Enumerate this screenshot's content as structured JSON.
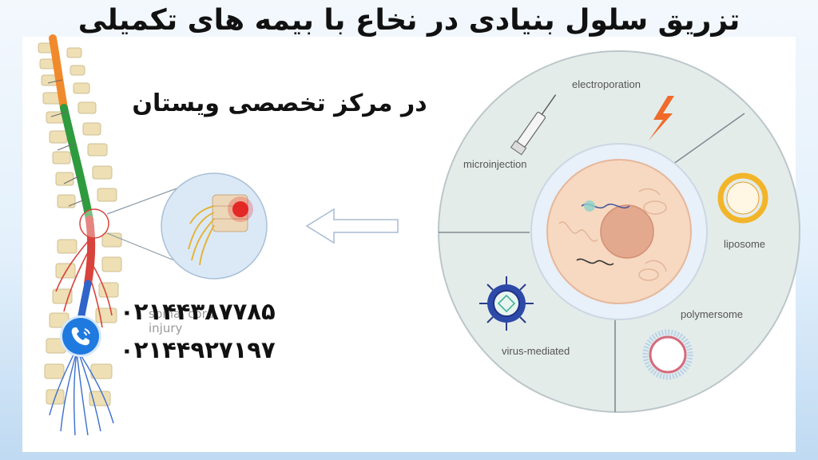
{
  "header": {
    "title": "تزریق سلول بنیادی در نخاع با بیمه های تکمیلی",
    "subtitle": "در مرکز تخصصی ویستان"
  },
  "contact": {
    "phone_1": "۰۲۱۴۴۳۸۷۷۸۵",
    "phone_2": "۰۲۱۴۴۹۲۷۱۹۷",
    "phone_icon": "phone-icon"
  },
  "watermark": "spinal cord injury",
  "delivery_methods": {
    "electroporation": "electroporation",
    "microinjection": "microinjection",
    "liposome": "liposome",
    "polymersome": "polymersome",
    "virus_mediated": "virus-mediated"
  },
  "colors": {
    "circle_fill": "#e4ecea",
    "cell": "#f6d9c0",
    "nucleus": "#e3a98f",
    "cord_green": "#2e9b3f",
    "cord_orange": "#f08a2c",
    "cord_red": "#d8433c",
    "cord_blue": "#2f64c8",
    "vertebra": "#eedfb4",
    "accent_blue": "#1f7ae0"
  }
}
